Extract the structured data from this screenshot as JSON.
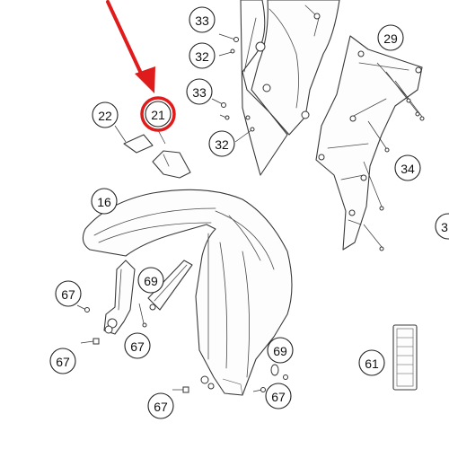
{
  "highlight": {
    "part": "21",
    "color": "#e01b1b"
  },
  "callouts": {
    "c33a": "33",
    "c32a": "32",
    "c33b": "33",
    "c32b": "32",
    "c29": "29",
    "c22": "22",
    "c21": "21",
    "c16": "16",
    "c34": "34",
    "c69a": "69",
    "c67a": "67",
    "c67b": "67",
    "c67c": "67",
    "c67d": "67",
    "c69b": "69",
    "c67e": "67",
    "c61": "61",
    "c3x": "3"
  }
}
